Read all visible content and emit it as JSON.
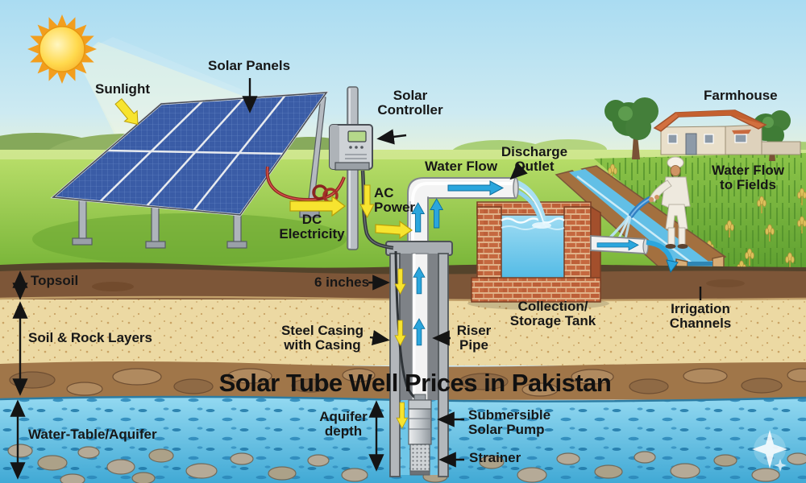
{
  "title": "Solar Tube Well Prices in Pakistan",
  "labels": {
    "sunlight": "Sunlight",
    "solar_panels": "Solar Panels",
    "solar_controller": "Solar\nController",
    "dc_electricity": "DC\nElectricity",
    "ac_power": "AC\nPower",
    "water_flow": "Water Flow",
    "discharge_outlet": "Discharge\nOutlet",
    "farmhouse": "Farmhouse",
    "water_flow_to_fields": "Water Flow\nto Fields",
    "six_inches": "6 inches",
    "steel_casing": "Steel Casing\nwith Casing",
    "riser_pipe": "Riser\nPipe",
    "topsoil": "Topsoil",
    "soil_rock_layers": "Soil & Rock Layers",
    "collection_storage_tank": "Collection/\nStorage Tank",
    "irrigation_channels": "Irrigation\nChannels",
    "water_table_aquifer": "Water-Table/Aquifer",
    "aquifer_depth": "Aquifer\ndepth",
    "submersible_solar_pump": "Submersible\nSolar Pump",
    "strainer": "Strainer"
  },
  "colors": {
    "sky": "#b7e1f3",
    "grass": "#8fc648",
    "topsoil": "#7d5638",
    "sand": "#ecd9a3",
    "rock_band": "#a07649",
    "aquifer": "#5fc0e4",
    "brick": "#c5683f",
    "panel_blue": "#3a5ca6",
    "arrow_yellow": "#f7e42f",
    "arrow_cyan": "#2ba6dd",
    "label_text": "#171717"
  }
}
